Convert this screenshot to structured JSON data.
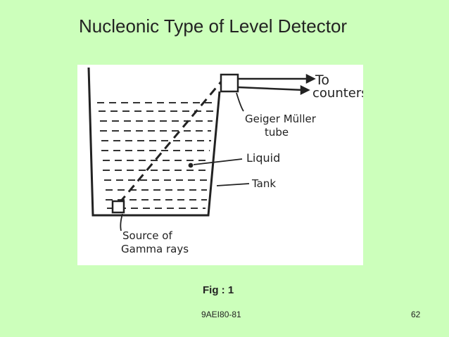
{
  "slide": {
    "title": "Nucleonic Type of Level Detector",
    "caption": "Fig : 1",
    "footer_code": "9AEI80-81",
    "page_number": "62"
  },
  "figure": {
    "labels": {
      "to": "To",
      "counters": "counters",
      "geiger_line1": "Geiger Müller",
      "geiger_line2": "tube",
      "liquid": "Liquid",
      "tank": "Tank",
      "source_line1": "Source of",
      "source_line2": "Gamma rays"
    }
  },
  "colors": {
    "background": "#ccffbb",
    "figure_background": "#ffffff",
    "ink": "#222222"
  }
}
